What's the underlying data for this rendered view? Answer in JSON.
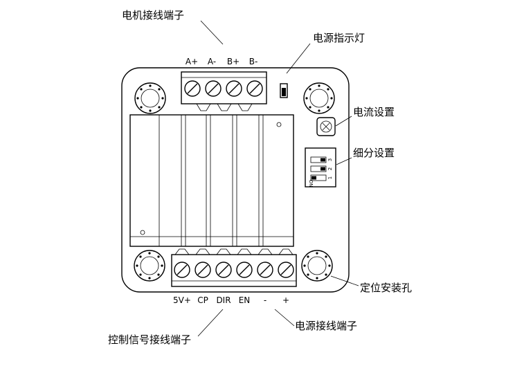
{
  "labels": {
    "motor_terminal": "电机接线端子",
    "power_indicator": "电源指示灯",
    "current_setting": "电流设置",
    "microstep_setting": "细分设置",
    "mounting_hole": "定位安装孔",
    "power_terminal": "电源接线端子",
    "control_terminal": "控制信号接线端子"
  },
  "motor_pins": [
    "A+",
    "A-",
    "B+",
    "B-"
  ],
  "control_pins": [
    "5V+",
    "CP",
    "DIR",
    "EN",
    "-",
    "+"
  ],
  "dip_switch": {
    "on_label": "ON",
    "numbers": [
      "1",
      "2",
      "3"
    ]
  }
}
